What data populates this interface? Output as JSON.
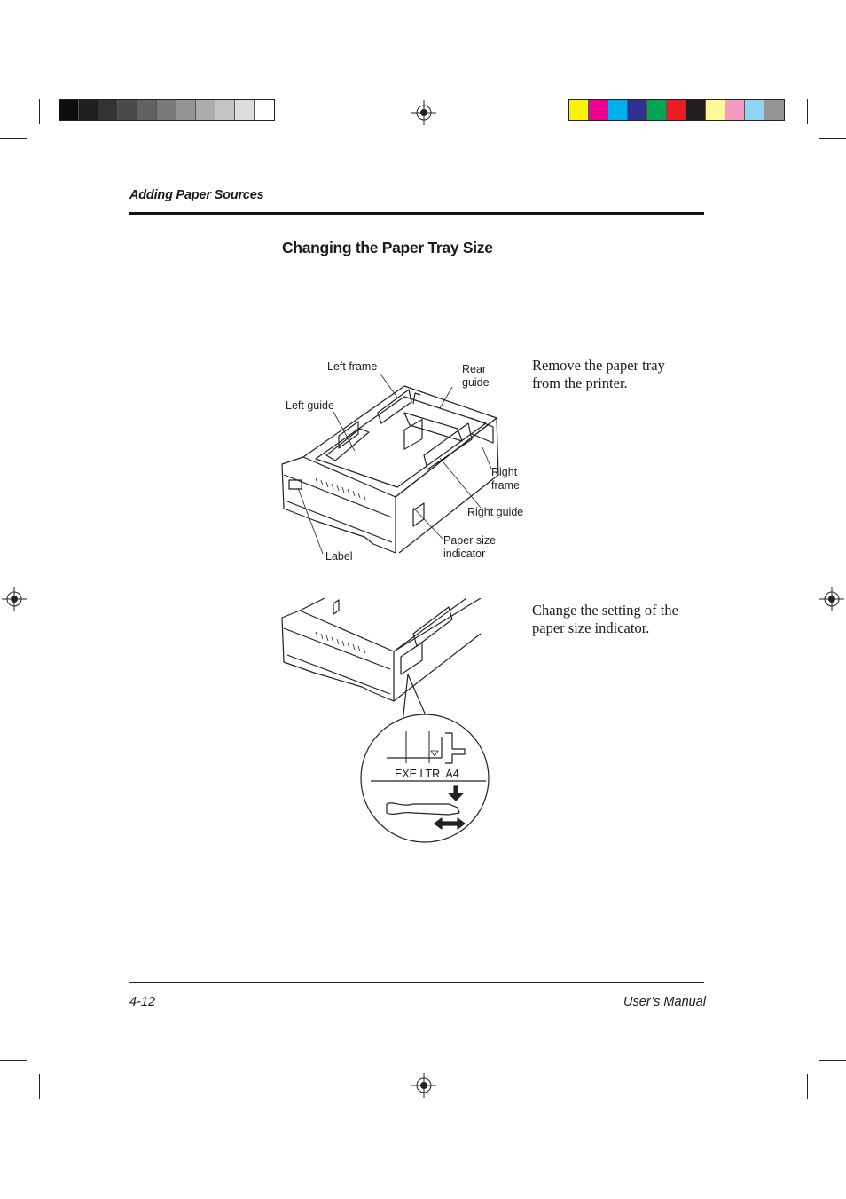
{
  "header": {
    "section": "Adding Paper Sources"
  },
  "section_title": "Changing the Paper Tray Size",
  "steps": [
    {
      "text": "Remove the paper tray from the printer."
    },
    {
      "text": "Change the setting of the paper size indicator."
    }
  ],
  "figure1": {
    "callouts": {
      "left_frame": "Left frame",
      "rear_guide_1": "Rear",
      "rear_guide_2": "guide",
      "left_guide": "Left guide",
      "right_frame_1": "Right",
      "right_frame_2": "frame",
      "right_guide": "Right guide",
      "paper_size_1": "Paper size",
      "paper_size_2": "indicator",
      "label": "Label"
    }
  },
  "figure2": {
    "indicator_labels": "EXE LTR  A4"
  },
  "footer": {
    "page": "4-12",
    "manual": "User’s Manual"
  },
  "colors": {
    "gray_bar": [
      "#0d0d0d",
      "#1f1f1f",
      "#333333",
      "#4a4a4a",
      "#626262",
      "#7a7a7a",
      "#939393",
      "#ababab",
      "#c4c4c4",
      "#dcdcdc",
      "#ffffff"
    ],
    "color_bar": [
      "#fff200",
      "#ec008c",
      "#00aeef",
      "#2e3192",
      "#00a651",
      "#ed1c24",
      "#231f20",
      "#fff799",
      "#f49ac2",
      "#8fd3f5",
      "#959595"
    ]
  }
}
